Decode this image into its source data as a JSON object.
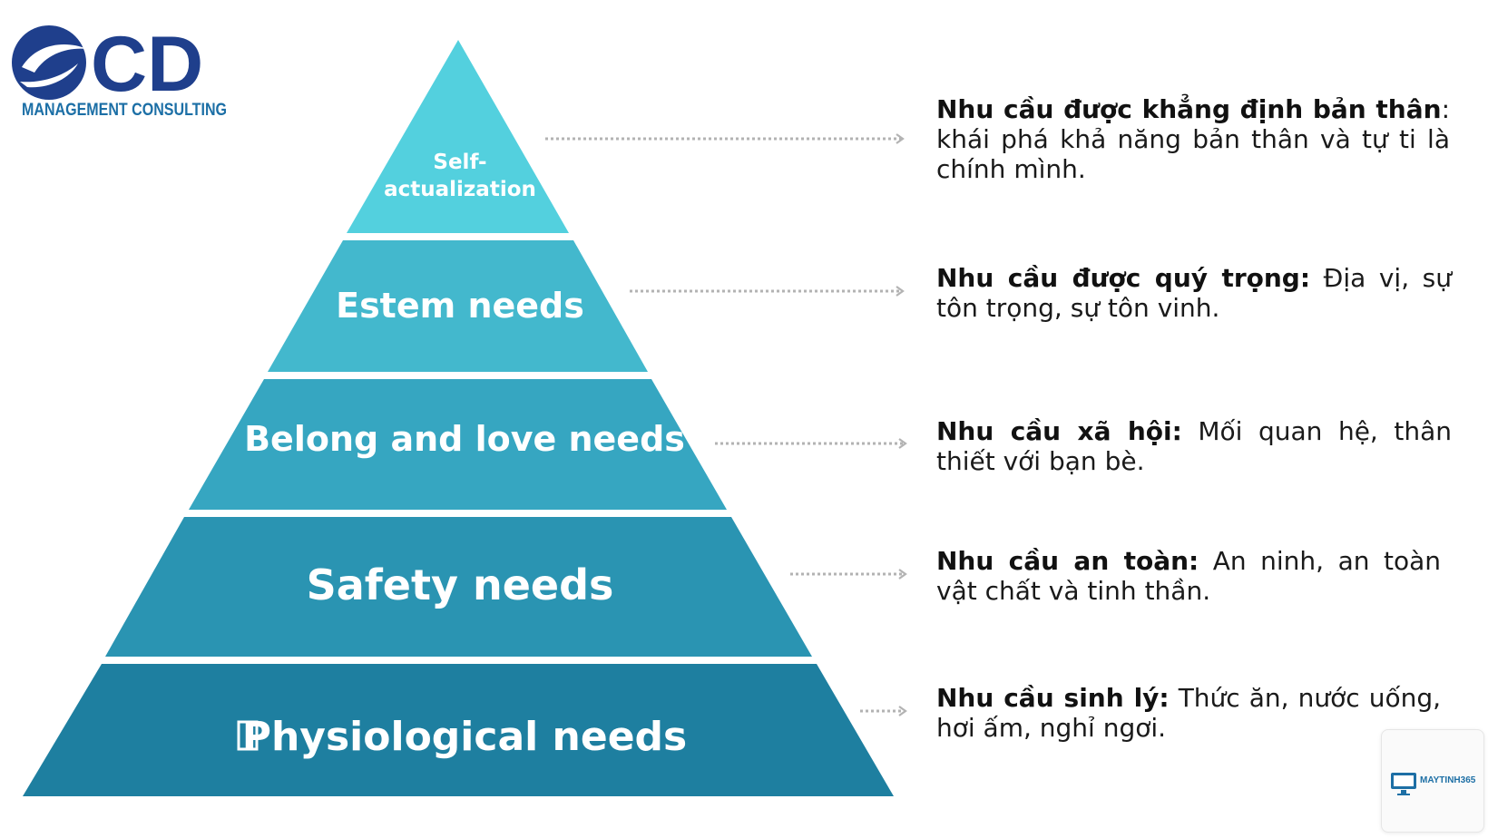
{
  "logo": {
    "brand": "CD",
    "tagline": "MANAGEMENT CONSULTING"
  },
  "pyramid": {
    "levels": [
      {
        "label_line1": "Self-",
        "label_line2": "actualization",
        "color": "#53d0de"
      },
      {
        "label": "Estem needs",
        "color": "#43b8cd"
      },
      {
        "label": "Belong and love needs",
        "color": "#36a6c1"
      },
      {
        "label": "Safety needs",
        "color": "#2a94b2"
      },
      {
        "label": "Physiological needs",
        "color": "#1e7fa0"
      }
    ]
  },
  "descriptions": [
    {
      "bold": "Nhu cầu được khẳng định bản thân",
      "text": ": khái phá khả năng bản thân và tự ti là chính mình."
    },
    {
      "bold": "Nhu cầu được quý trọng:",
      "text": " Địa vị, sự tôn trọng, sự tôn vinh."
    },
    {
      "bold": "Nhu cầu xã hội:",
      "text": " Mối quan hệ, thân thiết với bạn bè."
    },
    {
      "bold": "Nhu cầu an toàn:",
      "text": " An ninh, an toàn vật chất và tinh thần."
    },
    {
      "bold": "Nhu cầu sinh lý:",
      "text": " Thức ăn, nước uống, hơi ấm, nghỉ ngơi."
    }
  ],
  "watermark": {
    "text": "MAYTINH365"
  },
  "colors": {
    "logo_blue": "#1f3f8c",
    "tagline_blue": "#1c6fa6",
    "arrow_gray": "#b3b3b3"
  }
}
